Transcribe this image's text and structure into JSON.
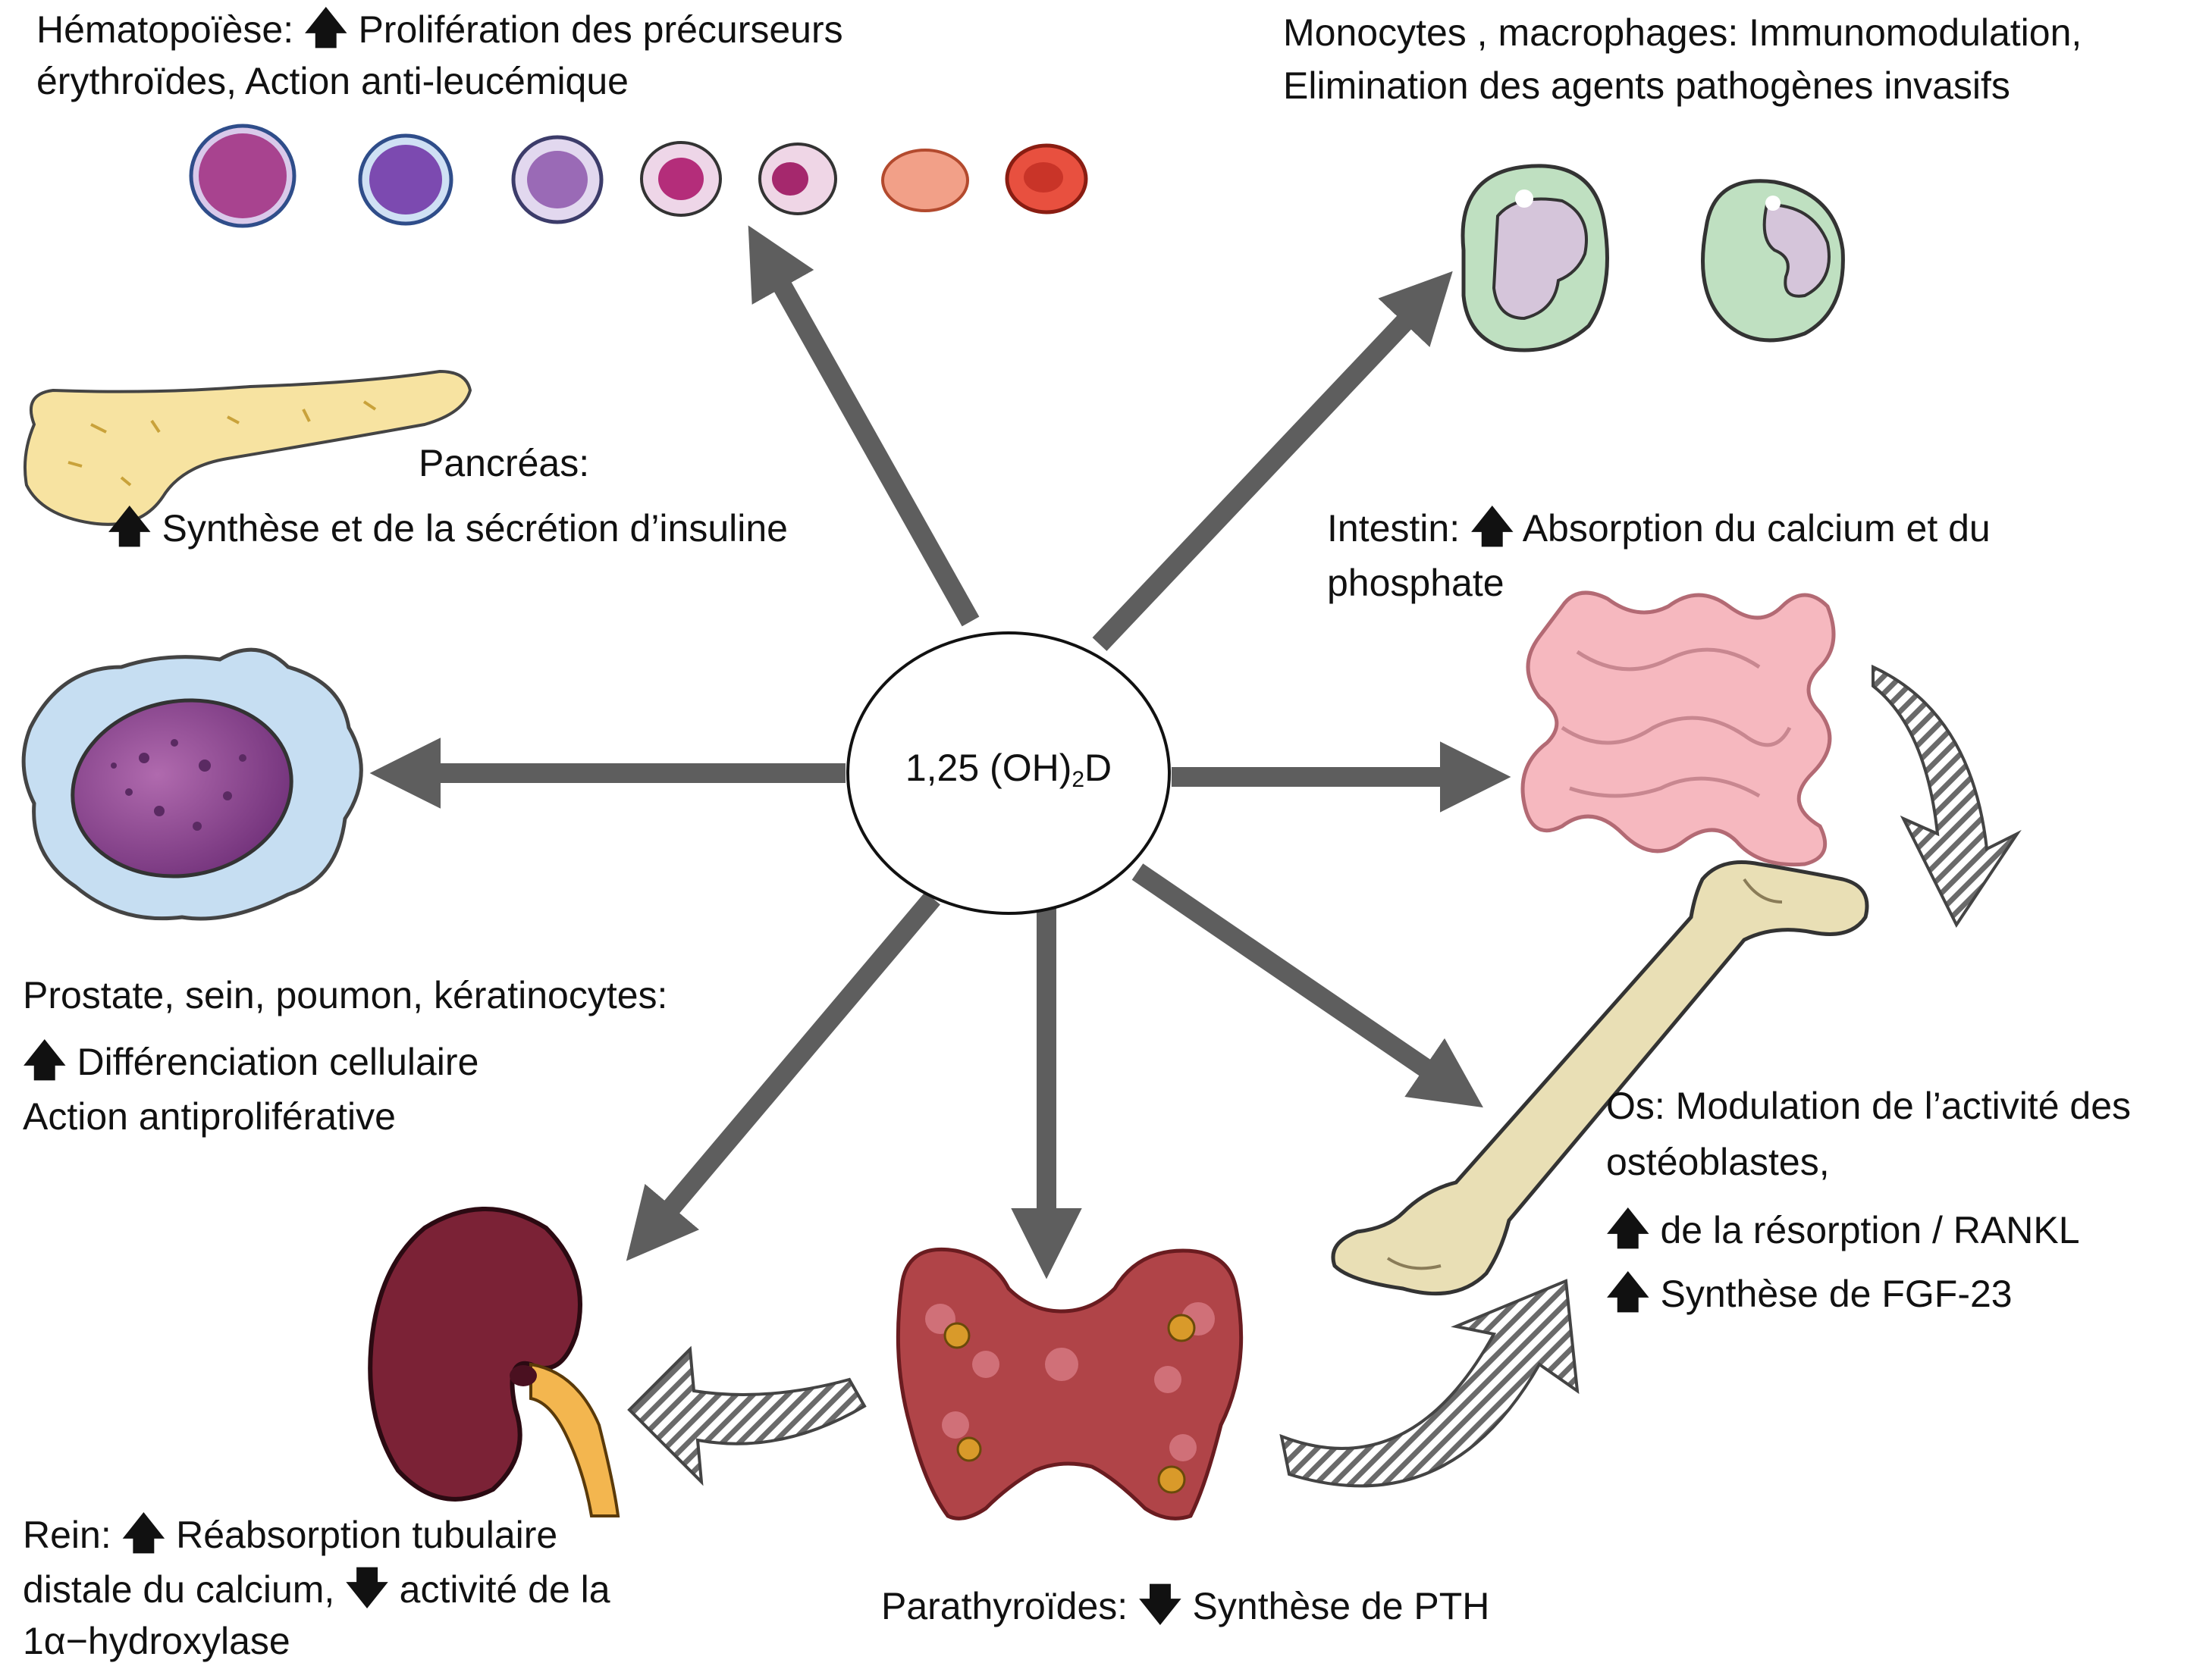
{
  "center": {
    "prefix": "1,25 (OH)",
    "subscript": "2",
    "suffix": "D"
  },
  "arrows": {
    "up": "🡅",
    "down": "🡇"
  },
  "colors": {
    "arrow_gray": "#5e5e5e",
    "erythroid_1": "#a8438f",
    "erythroid_2": "#6a3f9b",
    "erythrocyte": "#e8503f",
    "monocyte": "#bfe0c1",
    "pancreas": "#f7e3a1",
    "kidney": "#7b2236",
    "ureter": "#f3b64f",
    "parathyroid": "#b04448",
    "intestine": "#f6b8bf",
    "bone": "#e9dfb5",
    "cell_body": "#c6def2",
    "nucleus": "#8d4c8f"
  },
  "labels": {
    "hematopoiese": {
      "line1_a": "Hématopoïèse: ",
      "line1_b": " Prolifération des précurseurs",
      "line2": "érythroïdes, Action anti-leucémique"
    },
    "monocytes": {
      "line1": "Monocytes , macrophages: Immunomodulation,",
      "line2": "Elimination des agents pathogènes invasifs"
    },
    "pancreas": {
      "line1": "Pancréas:",
      "line2": " Synthèse et de la sécrétion d’insuline"
    },
    "intestin": {
      "line1_a": "Intestin: ",
      "line1_b": " Absorption du calcium et du",
      "line2": "phosphate"
    },
    "prostate": {
      "line1": "Prostate, sein, poumon, kératinocytes:",
      "line2": " Différenciation cellulaire",
      "line3": "Action antiproliférative"
    },
    "os": {
      "line1": "Os: Modulation de l’activité des",
      "line2": "ostéoblastes,",
      "line3": " de la résorption / RANKL",
      "line4": " Synthèse de FGF-23"
    },
    "rein": {
      "line1_a": "Rein: ",
      "line1_b": " Réabsorption tubulaire",
      "line2_a": "distale du calcium, ",
      "line2_b": " activité de la",
      "line3": "1α−hydroxylase"
    },
    "parathyroides": {
      "line1_a": "Parathyroïdes: ",
      "line1_b": " Synthèse de PTH"
    }
  }
}
